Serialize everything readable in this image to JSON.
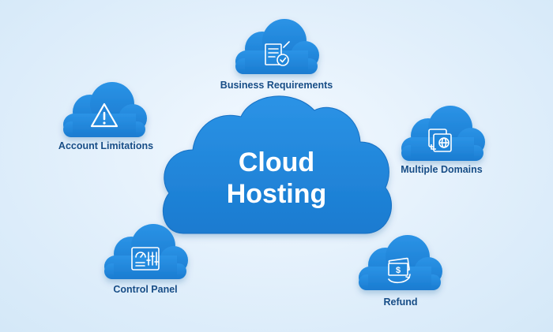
{
  "center": {
    "line1": "Cloud",
    "line2": "Hosting"
  },
  "nodes": [
    {
      "id": "business-requirements",
      "label": "Business Requirements",
      "icon": "document-check-icon"
    },
    {
      "id": "account-limitations",
      "label": "Account Limitations",
      "icon": "warning-icon"
    },
    {
      "id": "multiple-domains",
      "label": "Multiple Domains",
      "icon": "globe-window-icon"
    },
    {
      "id": "control-panel",
      "label": "Control Panel",
      "icon": "dashboard-icon"
    },
    {
      "id": "refund",
      "label": "Refund",
      "icon": "money-refund-icon"
    }
  ],
  "colors": {
    "cloud": "#1f86da",
    "cloud_edge": "#1670c4",
    "label": "#174d86",
    "background": "#e1effb"
  }
}
